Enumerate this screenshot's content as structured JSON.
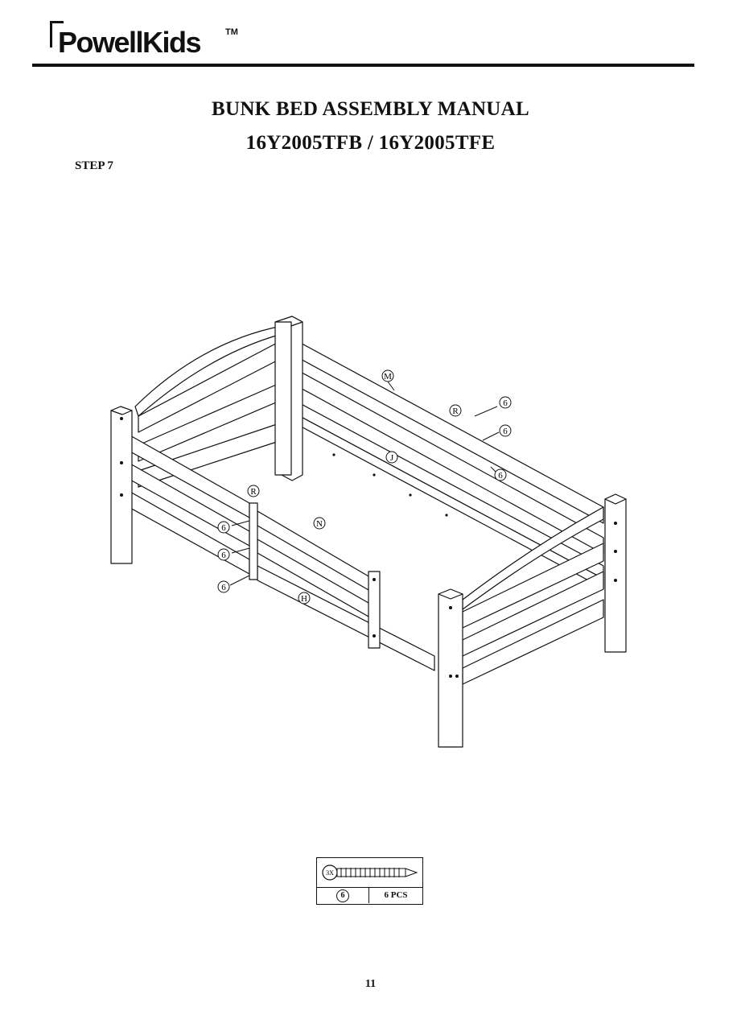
{
  "header": {
    "brand": "PowellKids",
    "trademark": "TM"
  },
  "title": {
    "line1": "BUNK BED ASSEMBLY MANUAL",
    "line2": "16Y2005TFB / 16Y2005TFE"
  },
  "step": "STEP 7",
  "diagram": {
    "labels": {
      "M": "M",
      "R": "R",
      "J": "J",
      "N": "N",
      "H": "H",
      "screw": "6"
    }
  },
  "hardware": {
    "screw_label": "3X",
    "part_number": "6",
    "quantity": "6 PCS"
  },
  "page_number": "11"
}
